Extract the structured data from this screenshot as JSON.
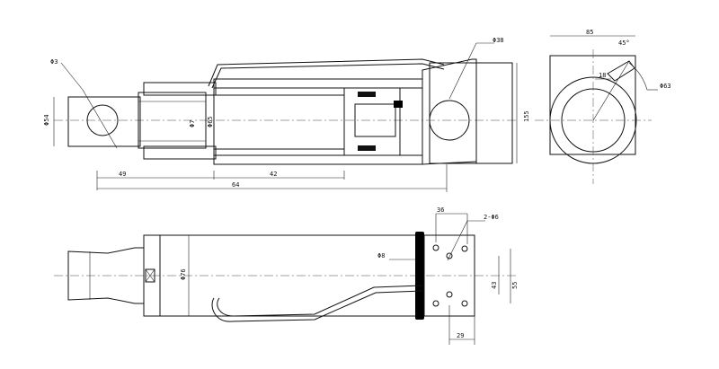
{
  "dims": {
    "d3": "Φ3",
    "d54": "Φ54",
    "d7": "Φ7",
    "d65": "Φ65",
    "d38": "Φ38",
    "len49": "49",
    "len42": "42",
    "len64": "64",
    "h155": "155",
    "w85": "85",
    "w18": "18",
    "ang45": "45°",
    "d63": "Φ63",
    "d76": "Φ76",
    "w36": "36",
    "holes": "2-Φ6",
    "d8": "Φ8",
    "h43": "43",
    "h55": "55",
    "w29": "29"
  }
}
